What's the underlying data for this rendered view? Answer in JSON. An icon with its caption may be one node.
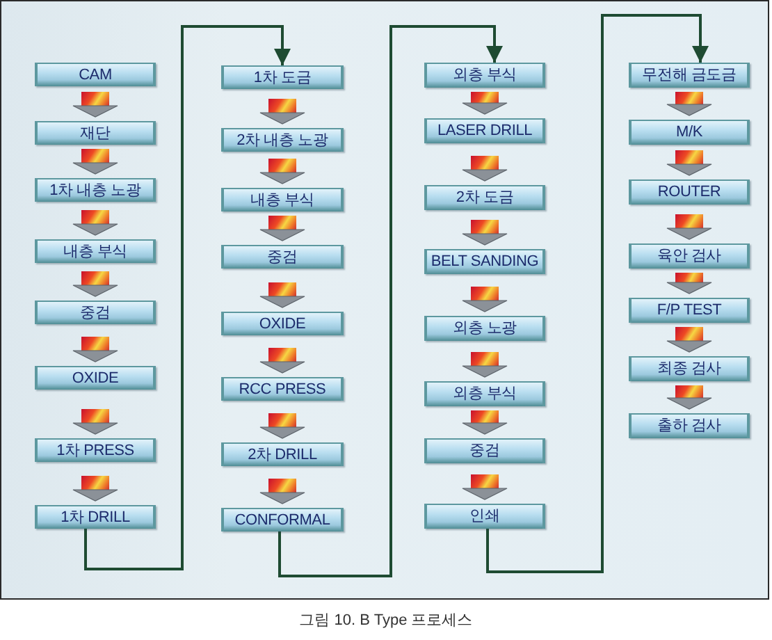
{
  "diagram": {
    "caption": "그림 10. B Type 프로세스",
    "nodes": [
      {
        "text": [
          "CAM"
        ]
      },
      {
        "text": [
          "재단"
        ]
      },
      {
        "text": [
          "1차 내층 노광"
        ]
      },
      {
        "text": [
          "내층 부식"
        ]
      },
      {
        "text": [
          "중검"
        ]
      },
      {
        "text": [
          "OXIDE"
        ]
      },
      {
        "text": [
          "1차 PRESS"
        ]
      },
      {
        "text": [
          "1차 DRILL"
        ]
      },
      {
        "text": [
          "1차 도금"
        ]
      },
      {
        "text": [
          "2차 내층 노광"
        ]
      },
      {
        "text": [
          "내층 부식"
        ]
      },
      {
        "text": [
          "중검"
        ]
      },
      {
        "text": [
          "OXIDE"
        ]
      },
      {
        "text": [
          "RCC PRESS"
        ]
      },
      {
        "text": [
          "2차 DRILL"
        ]
      },
      {
        "text": [
          "CONFORMAL"
        ]
      },
      {
        "text": [
          "외층 부식"
        ]
      },
      {
        "text": [
          "LASER DRILL"
        ]
      },
      {
        "text": [
          "2차 도금"
        ]
      },
      {
        "text": [
          "BELT SANDING"
        ]
      },
      {
        "text": [
          "외층 노광"
        ]
      },
      {
        "text": [
          "외층 부식"
        ]
      },
      {
        "text": [
          "중검"
        ]
      },
      {
        "text": [
          "인쇄"
        ]
      },
      {
        "text": [
          "무전해 금도금"
        ]
      },
      {
        "text": [
          "M/K"
        ]
      },
      {
        "text": [
          "ROUTER"
        ]
      },
      {
        "text": [
          "육안 검사"
        ]
      },
      {
        "text": [
          "F/P TEST"
        ]
      },
      {
        "text": [
          "최종 검사"
        ]
      },
      {
        "text": [
          "출하 검사"
        ]
      }
    ],
    "edges": [
      {
        "from": 0,
        "to": 1,
        "arrow": "to",
        "style": "thick"
      },
      {
        "from": 1,
        "to": 2,
        "arrow": "to",
        "style": "thick"
      },
      {
        "from": 2,
        "to": 3,
        "arrow": "to",
        "style": "thick"
      },
      {
        "from": 3,
        "to": 4,
        "arrow": "to",
        "style": "thick"
      },
      {
        "from": 4,
        "to": 5,
        "arrow": "to",
        "style": "thick"
      },
      {
        "from": 5,
        "to": 6,
        "arrow": "to",
        "style": "thick"
      },
      {
        "from": 6,
        "to": 7,
        "arrow": "to",
        "style": "thick"
      },
      {
        "from": 7,
        "to": 8,
        "arrow": "to",
        "color": "#1e4b32"
      },
      {
        "from": 8,
        "to": 9,
        "arrow": "to",
        "style": "thick"
      },
      {
        "from": 9,
        "to": 10,
        "arrow": "to",
        "style": "thick"
      },
      {
        "from": 10,
        "to": 11,
        "arrow": "to",
        "style": "thick"
      },
      {
        "from": 11,
        "to": 12,
        "arrow": "to",
        "style": "thick"
      },
      {
        "from": 12,
        "to": 13,
        "arrow": "to",
        "style": "thick"
      },
      {
        "from": 13,
        "to": 14,
        "arrow": "to",
        "style": "thick"
      },
      {
        "from": 14,
        "to": 15,
        "arrow": "to",
        "style": "thick"
      },
      {
        "from": 15,
        "to": 16,
        "arrow": "to",
        "color": "#1e4b32"
      },
      {
        "from": 16,
        "to": 17,
        "arrow": "to",
        "style": "thick"
      },
      {
        "from": 17,
        "to": 18,
        "arrow": "to",
        "style": "thick"
      },
      {
        "from": 18,
        "to": 19,
        "arrow": "to",
        "style": "thick"
      },
      {
        "from": 19,
        "to": 20,
        "arrow": "to",
        "style": "thick"
      },
      {
        "from": 20,
        "to": 21,
        "arrow": "to",
        "style": "thick"
      },
      {
        "from": 21,
        "to": 22,
        "arrow": "to",
        "style": "thick"
      },
      {
        "from": 22,
        "to": 23,
        "arrow": "to",
        "style": "thick"
      },
      {
        "from": 23,
        "to": 24,
        "arrow": "to",
        "color": "#1e4b32"
      },
      {
        "from": 24,
        "to": 25,
        "arrow": "to",
        "style": "thick"
      },
      {
        "from": 25,
        "to": 26,
        "arrow": "to",
        "style": "thick"
      },
      {
        "from": 26,
        "to": 27,
        "arrow": "to",
        "style": "thick"
      },
      {
        "from": 27,
        "to": 28,
        "arrow": "to",
        "style": "thick"
      },
      {
        "from": 28,
        "to": 29,
        "arrow": "to",
        "style": "thick"
      },
      {
        "from": 29,
        "to": 30,
        "arrow": "to",
        "style": "thick"
      }
    ]
  }
}
